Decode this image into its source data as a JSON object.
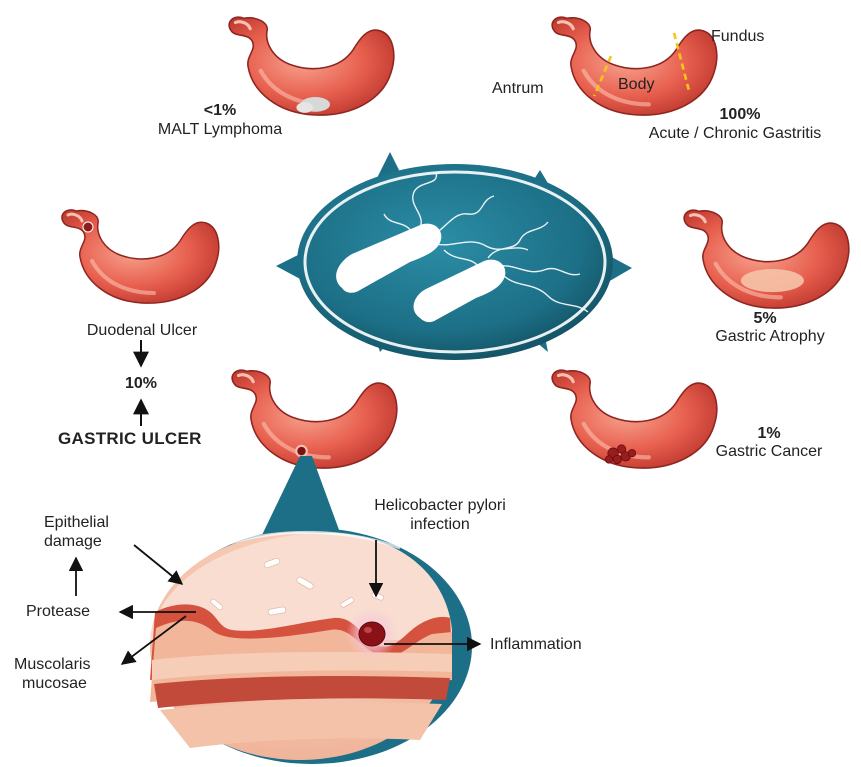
{
  "stomach_anatomy": {
    "fundus": "Fundus",
    "antrum": "Antrum",
    "body": "Body"
  },
  "outcomes": {
    "malt": {
      "percent": "<1%",
      "label": "MALT Lymphoma"
    },
    "gastritis": {
      "percent": "100%",
      "label": "Acute / Chronic Gastritis"
    },
    "duodenal": {
      "label": "Duodenal Ulcer"
    },
    "ulcer_rate": {
      "percent": "10%"
    },
    "gastric_ulcer": {
      "label": "GASTRIC ULCER"
    },
    "atrophy": {
      "percent": "5%",
      "label": "Gastric Atrophy"
    },
    "cancer": {
      "percent": "1%",
      "label": "Gastric Cancer"
    }
  },
  "tissue": {
    "epithelial_line1": "Epithelial",
    "epithelial_line2": "damage",
    "protease": "Protease",
    "muscularis_line1": "Muscolaris",
    "muscularis_line2": "mucosae",
    "hp_line1": "Helicobacter pylori",
    "hp_line2": "infection",
    "inflammation": "Inflammation"
  },
  "colors": {
    "stomach_red": "#e2584a",
    "stomach_highlight": "#f49a86",
    "bacteria_teal": "#1c6f86",
    "annotation_yellow": "#f5c518"
  }
}
